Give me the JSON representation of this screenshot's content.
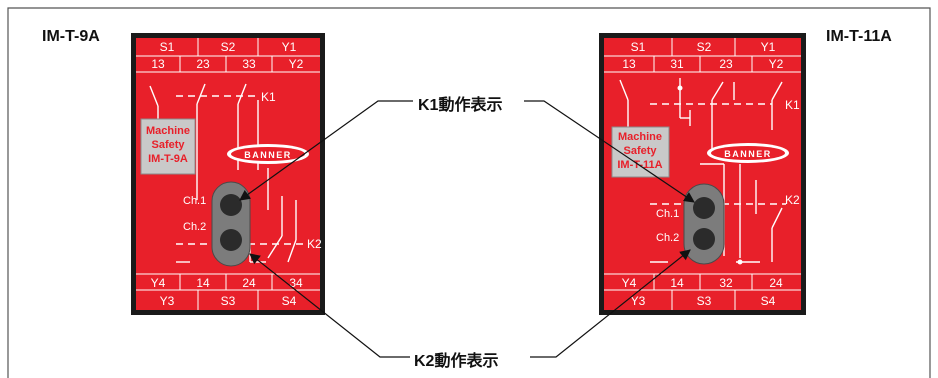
{
  "models": {
    "left": "IM-T-9A",
    "right": "IM-T-11A"
  },
  "callouts": {
    "k1": "K1動作表示",
    "k2": "K2動作表示"
  },
  "relay_left": {
    "top_row1": [
      "S1",
      "S2",
      "Y1"
    ],
    "top_row2": [
      "13",
      "23",
      "33",
      "Y2"
    ],
    "bottom_row1": [
      "Y4",
      "14",
      "24",
      "34"
    ],
    "bottom_row2": [
      "Y3",
      "S3",
      "S4"
    ],
    "k1": "K1",
    "k2": "K2",
    "ch1": "Ch.1",
    "ch2": "Ch.2",
    "label_lines": [
      "Machine",
      "Safety",
      "IM-T-9A"
    ],
    "brand": "BANNER"
  },
  "relay_right": {
    "top_row1": [
      "S1",
      "S2",
      "Y1"
    ],
    "top_row2": [
      "13",
      "31",
      "23",
      "Y2"
    ],
    "bottom_row1": [
      "Y4",
      "14",
      "32",
      "24"
    ],
    "bottom_row2": [
      "Y3",
      "S3",
      "S4"
    ],
    "k1": "K1",
    "k2": "K2",
    "ch1": "Ch.1",
    "ch2": "Ch.2",
    "label_lines": [
      "Machine",
      "Safety",
      "IM-T-11A"
    ],
    "brand": "BANNER"
  },
  "colors": {
    "relay_red": "#e8202a",
    "relay_border": "#1a1a1a",
    "indicator": "#7c7c7c",
    "led": "#2b2b2b",
    "label_box": "#c9c9c9"
  }
}
